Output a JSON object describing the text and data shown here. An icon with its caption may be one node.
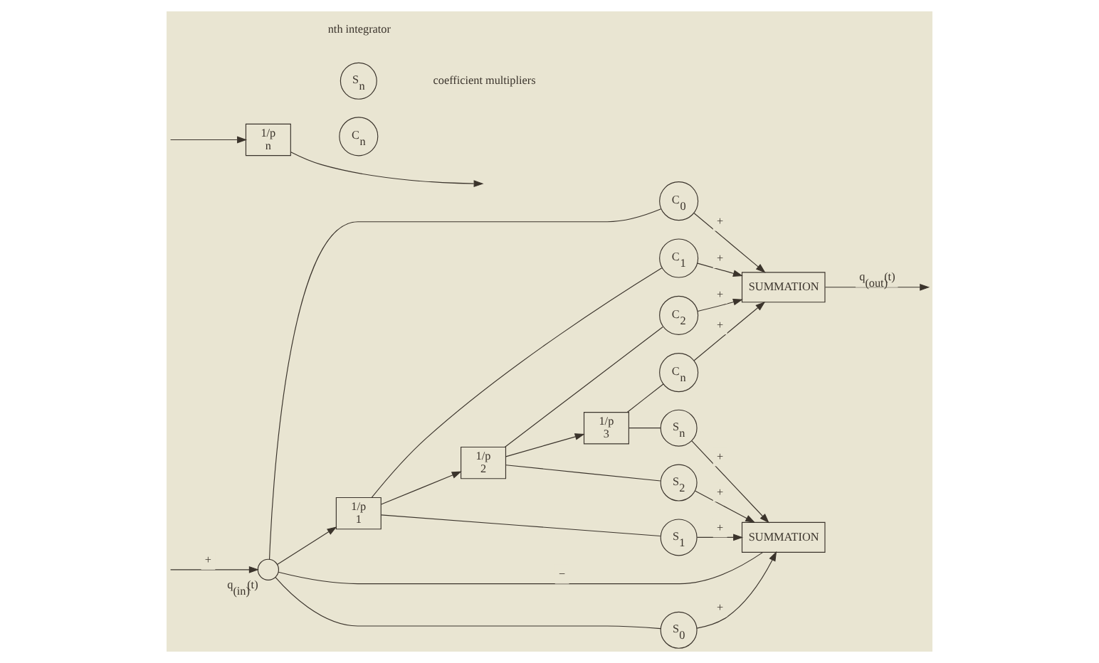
{
  "diagram": {
    "nodes": [
      {
        "text": [],
        "shape": "circle",
        "beside": [
          "q$_{(in)}$(t)"
        ]
      },
      {
        "text": [
          "1/p",
          "1"
        ]
      },
      {
        "text": [
          "1/p",
          "2"
        ]
      },
      {
        "text": [
          "1/p",
          "3"
        ]
      },
      {
        "text": [
          "C$_{0}$"
        ]
      },
      {
        "text": [
          "C$_{1}$"
        ]
      },
      {
        "text": [
          "C$_{2}$"
        ]
      },
      {
        "text": [
          "C$_{n}$"
        ]
      },
      {
        "text": [
          "S$_{0}$"
        ]
      },
      {
        "text": [
          "S$_{1}$"
        ]
      },
      {
        "text": [
          "S$_{2}$"
        ]
      },
      {
        "text": [
          "S$_{n}$"
        ]
      },
      {
        "text": [
          "SUMMATION"
        ]
      },
      {
        "text": [
          "SUMMATION"
        ]
      },
      {
        "text": [
          "1/p",
          "n"
        ]
      },
      {
        "text": [
          "S$_{n}$"
        ]
      },
      {
        "text": [
          "C$_{n}$"
        ]
      }
    ],
    "edges": [
      {
        "from": null,
        "to": 0,
        "arrow": "to",
        "label": "+"
      },
      {
        "from": 0,
        "to": 4,
        "arrow": "none"
      },
      {
        "from": 0,
        "to": 8,
        "arrow": "none"
      },
      {
        "from": 0,
        "to": 1,
        "arrow": "to"
      },
      {
        "from": 1,
        "to": 5,
        "arrow": "none"
      },
      {
        "from": 1,
        "to": 9,
        "arrow": "none"
      },
      {
        "from": 1,
        "to": 2,
        "arrow": "to"
      },
      {
        "from": 2,
        "to": 6,
        "arrow": "none"
      },
      {
        "from": 2,
        "to": 10,
        "arrow": "none"
      },
      {
        "from": 2,
        "to": 3,
        "arrow": "to"
      },
      {
        "from": 3,
        "to": 7,
        "arrow": "none"
      },
      {
        "from": 3,
        "to": 11,
        "arrow": "none"
      },
      {
        "from": 4,
        "to": 12,
        "arrow": "to",
        "label": "+"
      },
      {
        "from": 5,
        "to": 12,
        "arrow": "to",
        "label": "+"
      },
      {
        "from": 6,
        "to": 12,
        "arrow": "to",
        "label": "+"
      },
      {
        "from": 7,
        "to": 12,
        "arrow": "to",
        "label": "+"
      },
      {
        "from": 8,
        "to": 13,
        "arrow": "to",
        "label": "+"
      },
      {
        "from": 9,
        "to": 13,
        "arrow": "to",
        "label": "+"
      },
      {
        "from": 10,
        "to": 13,
        "arrow": "to",
        "label": "+"
      },
      {
        "from": 11,
        "to": 13,
        "arrow": "to",
        "label": "+"
      },
      {
        "from": 13,
        "to": 0,
        "arrow": "none",
        "label": "−"
      },
      {
        "from": 12,
        "to": null,
        "arrow": "to",
        "label": "q$_{(out)}$(t)"
      },
      {
        "from": 14,
        "to": null,
        "arrow": "to"
      },
      {
        "from": null,
        "to": 14,
        "arrow": "to"
      }
    ],
    "labels": [
      "nth integrator",
      "coefficient multipliers"
    ]
  }
}
